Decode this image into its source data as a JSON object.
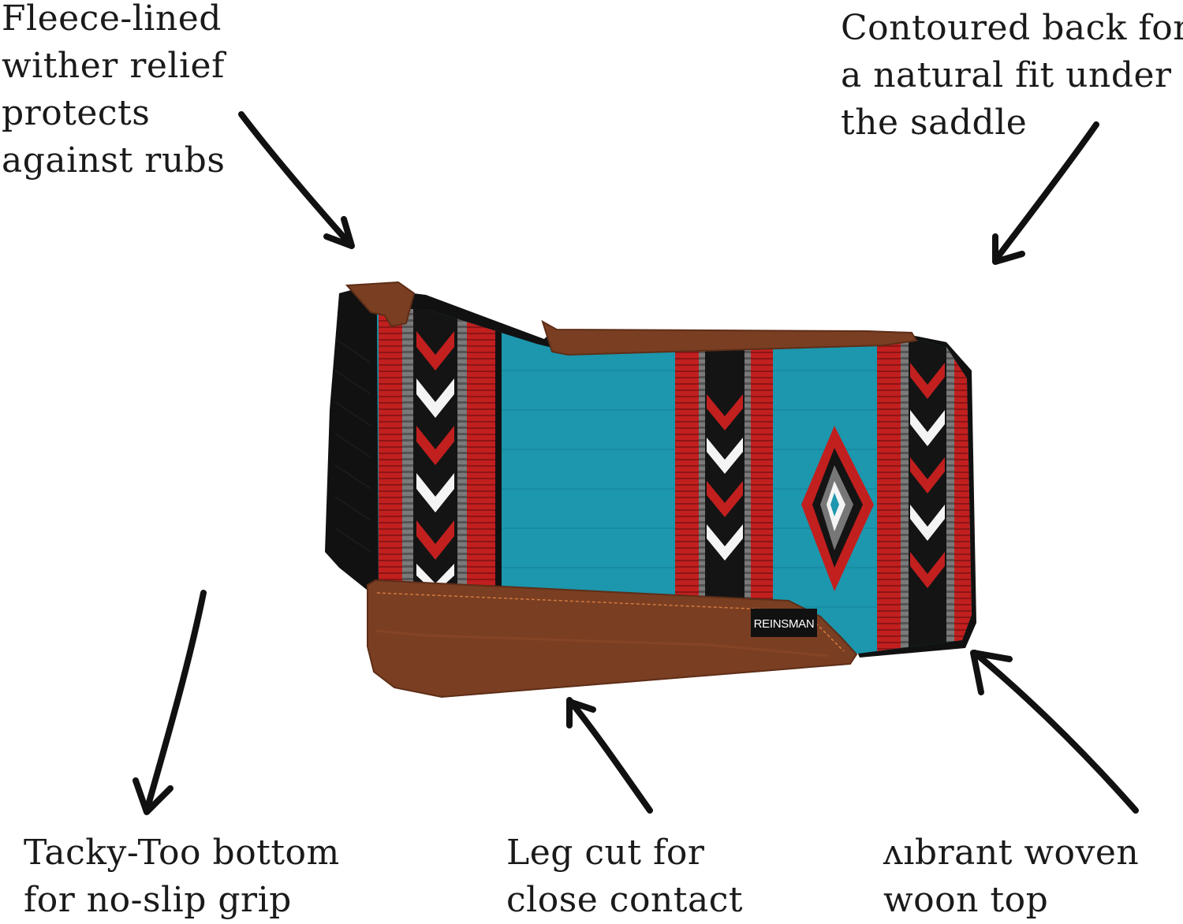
{
  "callouts": {
    "fleece": [
      "Fleece-lined",
      "wither relief",
      "protects",
      "against rubs"
    ],
    "contour": [
      "Contoured back for",
      "a natural fit under",
      "the saddle"
    ],
    "tacky": [
      "Tacky-Too bottom",
      "for no-slip grip"
    ],
    "legcut": [
      "Leg cut for",
      "close contact"
    ],
    "woven": [
      "ʌıbrant woven",
      "woon top"
    ]
  },
  "brand_label": "REINSMAN",
  "colors": {
    "turquoise": "#1c97ad",
    "leather": "#7a3e22",
    "fleece_black": "#111111",
    "red": "#c21f1f",
    "white": "#f4f4f4",
    "gray": "#777777",
    "arrow": "#111111"
  }
}
